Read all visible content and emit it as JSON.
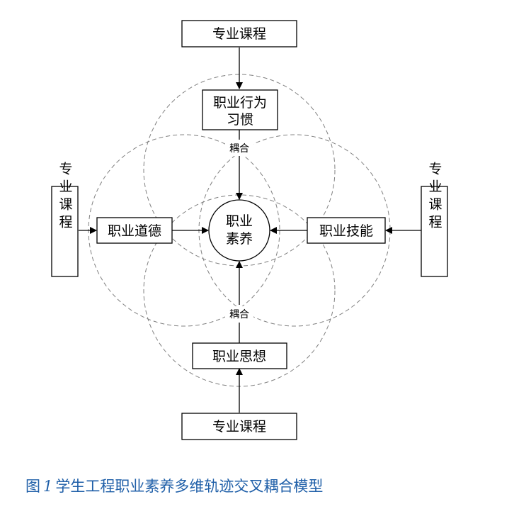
{
  "nodes": {
    "course_top": "专业课程",
    "course_bottom": "专业课程",
    "course_left": "专业课程",
    "course_right": "专业课程",
    "behavior_line1": "职业行为",
    "behavior_line2": "习惯",
    "ethics": "职业道德",
    "skills": "职业技能",
    "thought": "职业思想",
    "center_line1": "职业",
    "center_line2": "素养"
  },
  "labels": {
    "coupling_top": "耦合",
    "coupling_bottom": "耦合"
  },
  "caption": {
    "prefix": "图",
    "number": "1",
    "text": "学生工程职业素养多维轨迹交叉耦合模型"
  },
  "colors": {
    "caption": "#1f5fa8",
    "ring_dash": "#808080"
  }
}
